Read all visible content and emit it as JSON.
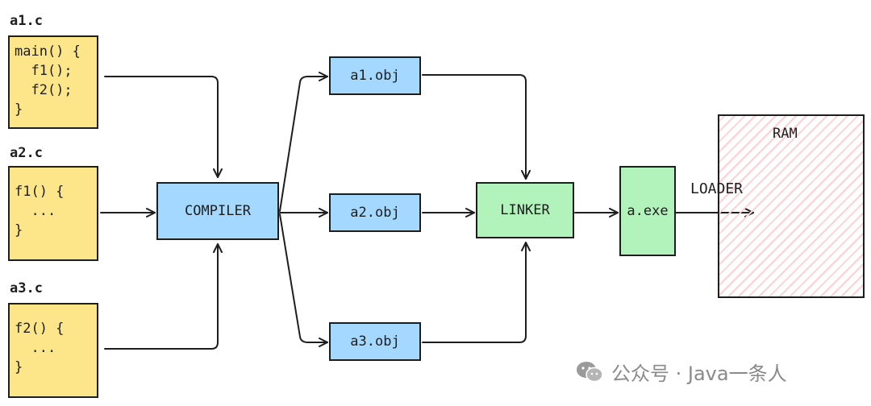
{
  "files": [
    {
      "name": "a1.c",
      "code": [
        "main() {",
        "  f1();",
        "  f2();",
        "}"
      ]
    },
    {
      "name": "a2.c",
      "code": [
        "f1() {",
        "  ...",
        "}"
      ]
    },
    {
      "name": "a3.c",
      "code": [
        "f2() {",
        "  ...",
        "}"
      ]
    }
  ],
  "compiler": "COMPILER",
  "objects": [
    "a1.obj",
    "a2.obj",
    "a3.obj"
  ],
  "linker": "LINKER",
  "executable": "a.exe",
  "loader": "LOADER",
  "ram": "RAM",
  "watermark": "公众号 · Java一条人",
  "colors": {
    "source_fill": "#fde68a",
    "object_fill": "#a5d8ff",
    "linker_fill": "#b2f2bb",
    "ram_hatch": "#ffd0d6",
    "stroke": "#1e1e1e"
  }
}
